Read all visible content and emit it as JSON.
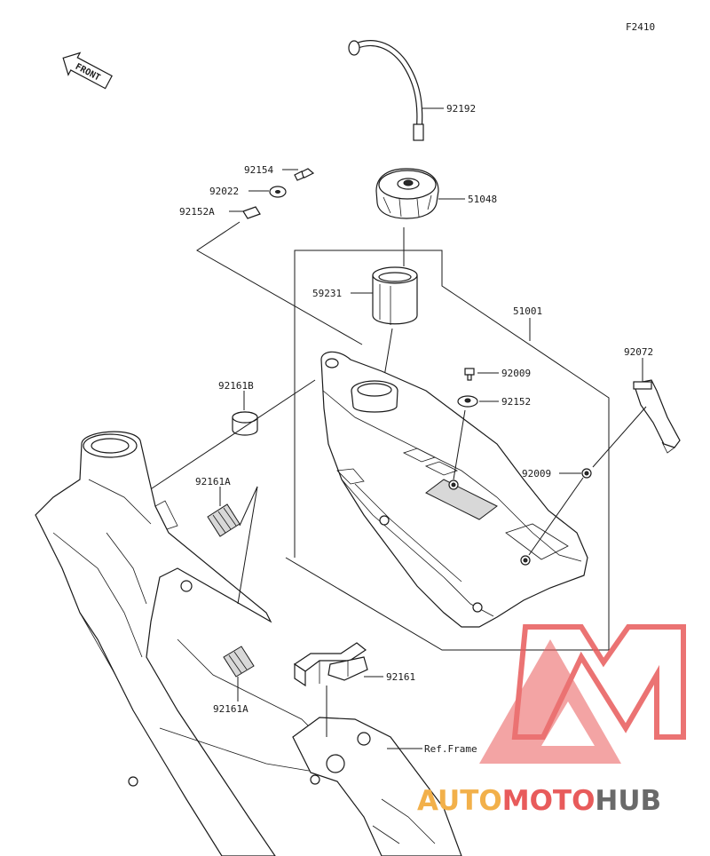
{
  "figure_code": "F2410",
  "front_marker": "FRONT",
  "labels": {
    "p92192": "92192",
    "p92154": "92154",
    "p92022": "92022",
    "p51048": "51048",
    "p92152A": "92152A",
    "p59231": "59231",
    "p51001": "51001",
    "p92072": "92072",
    "p92009a": "92009",
    "p92152": "92152",
    "p92161B": "92161B",
    "p92009b": "92009",
    "p92161A_top": "92161A",
    "p92161": "92161",
    "p92161A_bottom": "92161A",
    "ref_frame": "Ref.Frame"
  },
  "watermark": {
    "part1": "AUTO",
    "part2": "MOTO",
    "part3": "HUB",
    "color_red": "#e85b5b",
    "color_orange": "#f2b04a",
    "color_grey": "#6a6a6a"
  }
}
